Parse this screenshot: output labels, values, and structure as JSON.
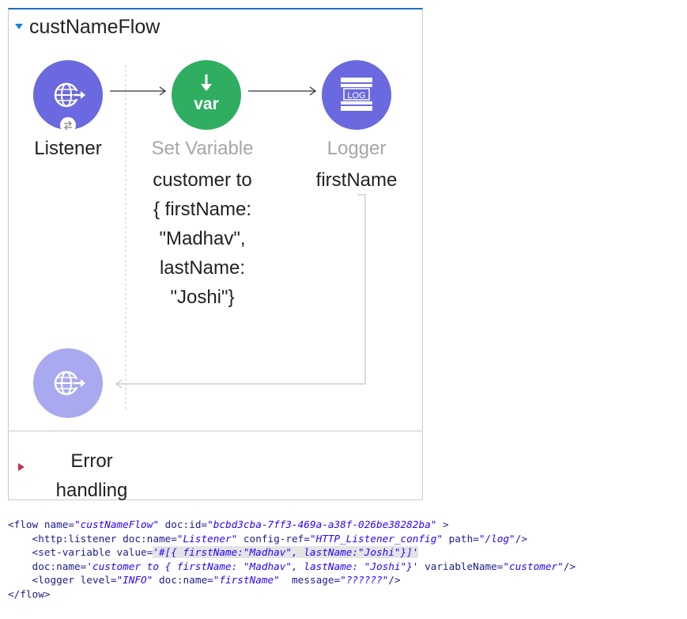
{
  "flow": {
    "title": "custNameFlow",
    "listener_label": "Listener",
    "set_variable": {
      "title": "Set Variable",
      "desc_lines": [
        "customer to",
        "{ firstName:",
        "\"Madhav\",",
        "lastName:",
        "\"Joshi\"}"
      ]
    },
    "logger": {
      "title": "Logger",
      "desc": "firstName"
    },
    "error_handling": [
      "Error",
      "handling"
    ],
    "icons": {
      "listener": "globe-arrow-icon",
      "set_variable": "var-icon",
      "logger": "log-icon",
      "response": "globe-arrow-icon"
    },
    "colors": {
      "listener": "#6a69df",
      "set_variable": "#2fae61",
      "logger": "#6a69df",
      "response": "#a9a9ef",
      "accent": "#1f6fbf"
    }
  },
  "code": {
    "l1": {
      "a": "<flow name=",
      "b": "\"custNameFlow\"",
      "c": " doc:id=",
      "d": "\"bcbd3cba-7ff3-469a-a38f-026be38282ba\"",
      "e": " >"
    },
    "l2": {
      "a": "    <http:listener doc:name=",
      "b": "\"Listener\"",
      "c": " config-ref=",
      "d": "\"HTTP_Listener_config\"",
      "e": " path=",
      "f": "\"/log\"",
      "g": "/>"
    },
    "l3": {
      "a": "    <set-variable value=",
      "b": "'#[{ firstName:\"Madhav\", lastName:\"Joshi\"}]'"
    },
    "l4": {
      "a": "    doc:name=",
      "b": "'customer to { firstName: \"Madhav\", lastName: \"Joshi\"}'",
      "c": " variableName=",
      "d": "\"customer\"",
      "e": "/>"
    },
    "l5": {
      "a": "    <logger level=",
      "b": "\"INFO\"",
      "c": " doc:name=",
      "d": "\"firstName\"",
      "e": "  message=",
      "f": "\"??????\"",
      "g": "/>"
    },
    "l6": {
      "a": "</flow>"
    }
  }
}
